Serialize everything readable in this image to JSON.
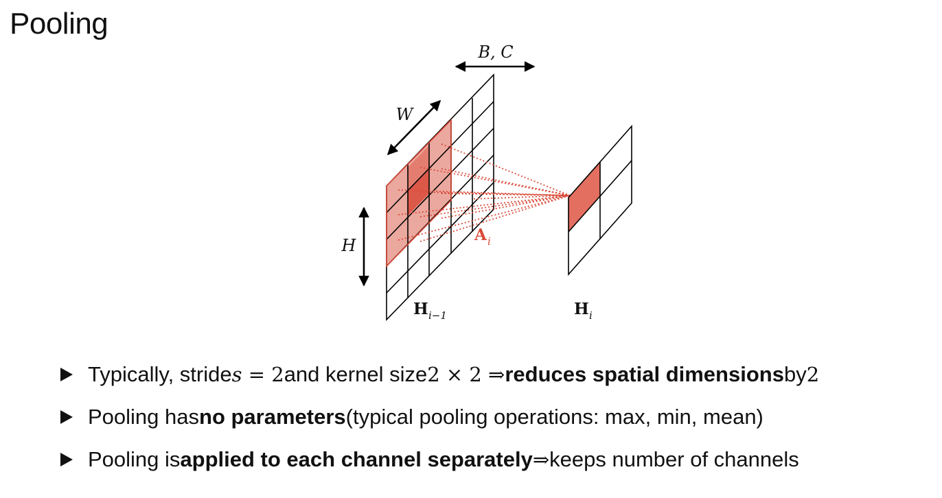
{
  "title": "Pooling",
  "figure": {
    "label_bc": "B, C",
    "label_w": "W",
    "label_h": "H",
    "label_a": "A",
    "label_a_sub": "i",
    "label_h_prev": "H",
    "label_h_prev_sub": "i−1",
    "label_h_next": "H",
    "label_h_next_sub": "i",
    "accent_color": "#d94a38"
  },
  "bullets": [
    {
      "t1": "Typically, stride ",
      "m1": "s",
      "m1b": " = 2",
      "t2": " and kernel size ",
      "m2": "2 × 2 ⇒ ",
      "bold": "reduces spatial dimensions",
      "t3": " by ",
      "m3": "2"
    },
    {
      "t1": "Pooling has ",
      "bold": "no parameters",
      "t2": " (typical pooling operations: max, min, mean)"
    },
    {
      "t1": "Pooling is ",
      "bold": "applied to each channel separately",
      "m1": " ⇒ ",
      "t2": "keeps number of channels"
    }
  ]
}
